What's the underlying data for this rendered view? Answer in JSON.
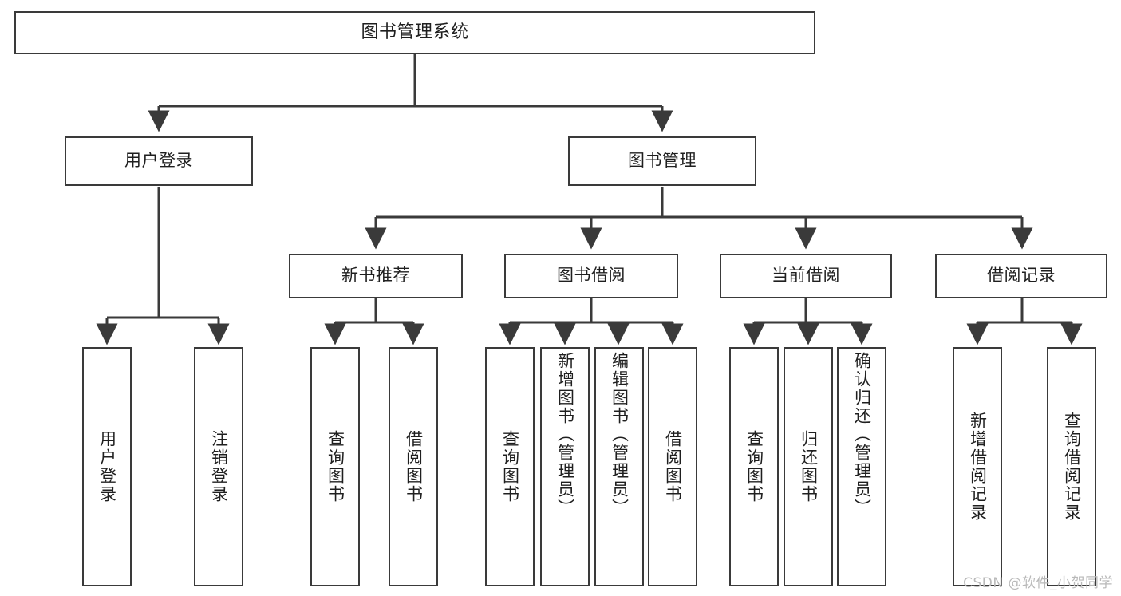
{
  "diagram": {
    "type": "tree",
    "title": "图书管理系统",
    "colors": {
      "stroke": "#3a3a3a",
      "fill": "#ffffff",
      "text": "#1f1f1f",
      "watermark": "#b9b9b9",
      "background": "#ffffff"
    },
    "nodes": {
      "root": {
        "label": "图书管理系统"
      },
      "tier2": [
        {
          "label": "用户登录"
        },
        {
          "label": "图书管理"
        }
      ],
      "tier3": [
        {
          "label": "新书推荐"
        },
        {
          "label": "图书借阅"
        },
        {
          "label": "当前借阅"
        },
        {
          "label": "借阅记录"
        }
      ],
      "leaves_user_login": [
        {
          "label": "用户登录"
        },
        {
          "label": "注销登录"
        }
      ],
      "leaves_new_book": [
        {
          "label": "查询图书"
        },
        {
          "label": "借阅图书"
        }
      ],
      "leaves_borrow": [
        {
          "label": "查询图书"
        },
        {
          "label": "新增图书（管理员）"
        },
        {
          "label": "编辑图书（管理员）"
        },
        {
          "label": "借阅图书"
        }
      ],
      "leaves_current": [
        {
          "label": "查询图书"
        },
        {
          "label": "归还图书"
        },
        {
          "label": "确认归还（管理员）"
        }
      ],
      "leaves_record": [
        {
          "label": "新增借阅记录"
        },
        {
          "label": "查询借阅记录"
        }
      ]
    }
  },
  "watermark": {
    "text": "CSDN @软件_小贺同学"
  }
}
